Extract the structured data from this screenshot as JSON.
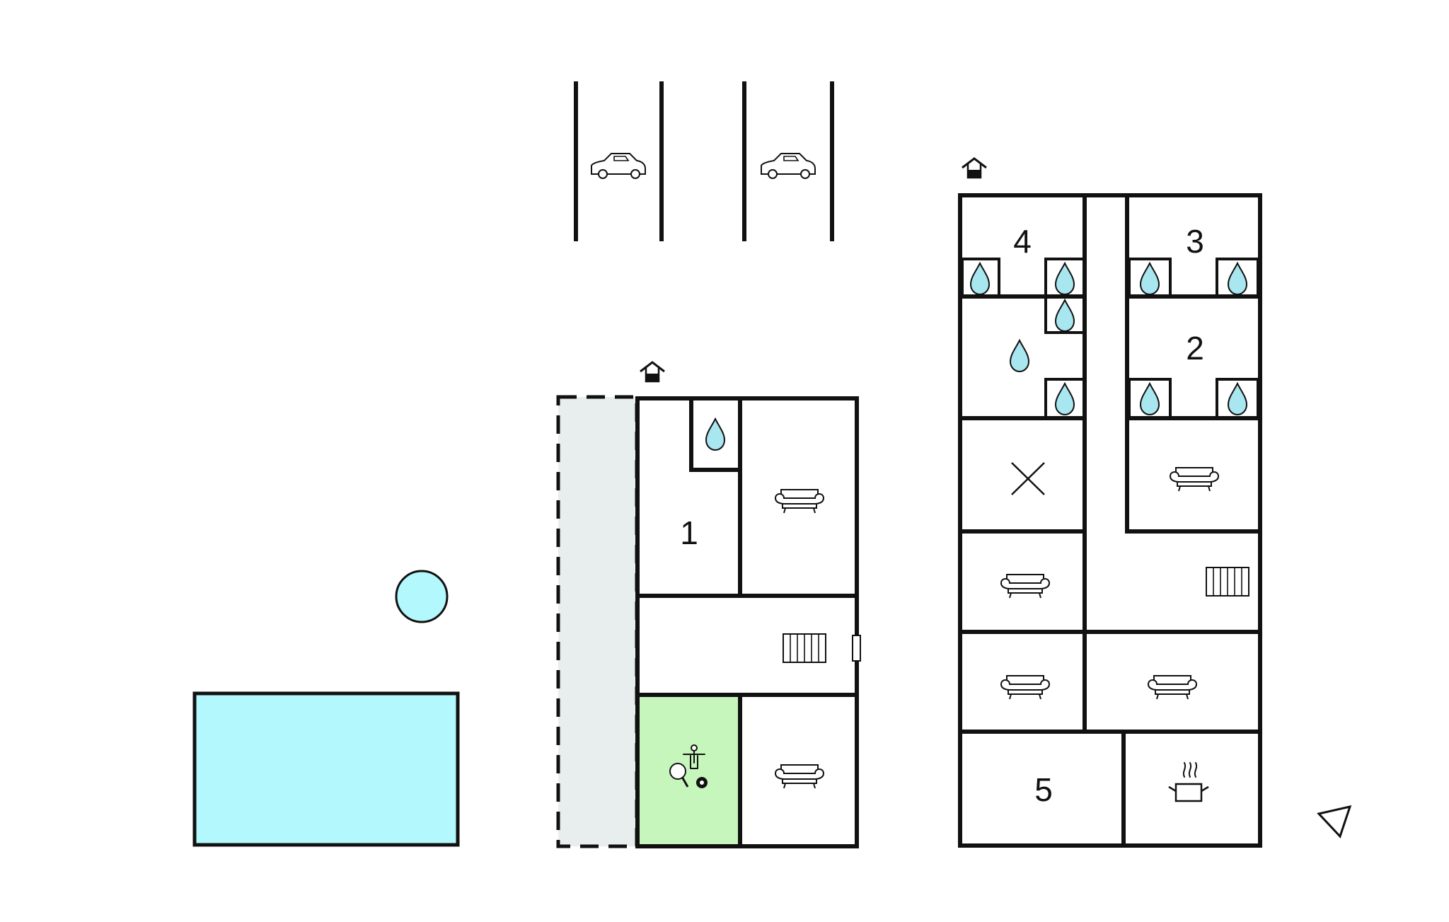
{
  "colors": {
    "wall": "#111111",
    "water": "#b3f8fc",
    "water_drop": "#a8e6f0",
    "terrace": "#e8eeee",
    "activity_room": "#c6f6bc",
    "background": "#ffffff"
  },
  "room_labels": {
    "room_1": "1",
    "room_2": "2",
    "room_3": "3",
    "room_4": "4",
    "room_5": "5"
  },
  "icons": {
    "car": "car-icon",
    "entrance": "entrance-icon",
    "water_drop": "water-drop-icon",
    "sofa": "sofa-icon",
    "radiator": "radiator-icon",
    "kitchen": "cooking-pot-icon",
    "activities": "table-tennis-billiards-icon",
    "north": "north-arrow-icon",
    "pool": "swimming-pool",
    "whirlpool": "round-pool"
  }
}
